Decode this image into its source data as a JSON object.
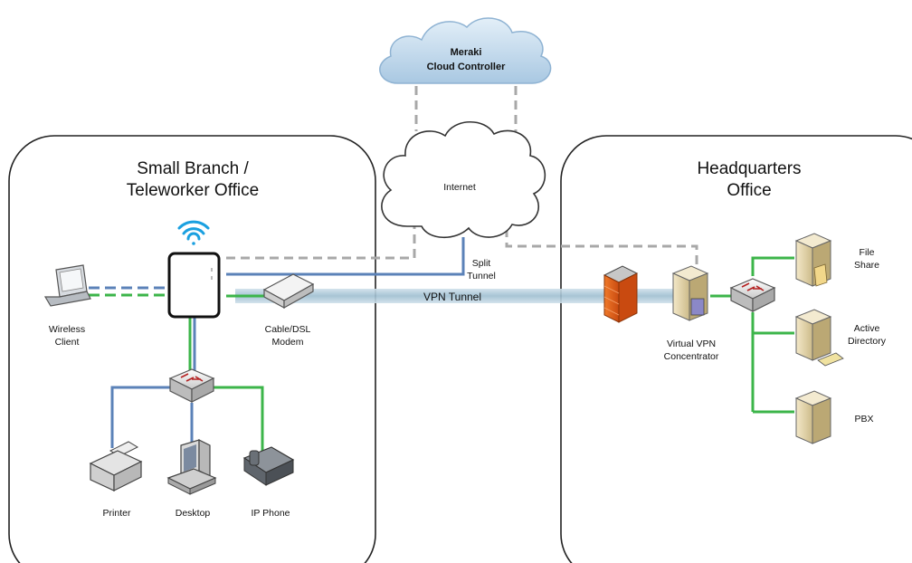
{
  "zones": {
    "branch": {
      "title_line1": "Small Branch /",
      "title_line2": "Teleworker Office"
    },
    "hq": {
      "title_line1": "Headquarters",
      "title_line2": "Office"
    }
  },
  "clouds": {
    "meraki": {
      "line1": "Meraki",
      "line2": "Cloud Controller"
    },
    "internet": {
      "label": "Internet"
    }
  },
  "links": {
    "split_tunnel": {
      "line1": "Split",
      "line2": "Tunnel"
    },
    "vpn_tunnel": {
      "label": "VPN Tunnel"
    }
  },
  "devices": {
    "wireless_client": {
      "line1": "Wireless",
      "line2": "Client"
    },
    "modem": {
      "line1": "Cable/DSL",
      "line2": "Modem"
    },
    "printer": {
      "label": "Printer"
    },
    "desktop": {
      "label": "Desktop"
    },
    "ip_phone": {
      "label": "IP Phone"
    },
    "vpn_concentrator": {
      "line1": "Virtual VPN",
      "line2": "Concentrator"
    },
    "file_share": {
      "line1": "File",
      "line2": "Share"
    },
    "active_directory": {
      "line1": "Active",
      "line2": "Directory"
    },
    "pbx": {
      "label": "PBX"
    }
  },
  "colors": {
    "wired_link": "#3cb54a",
    "uplink": "#5b82b8",
    "management": "#a8a8a8",
    "vpn_tunnel": "#a9c4d4",
    "wifi": "#1aa0e0",
    "firewall": "#e2621b"
  }
}
